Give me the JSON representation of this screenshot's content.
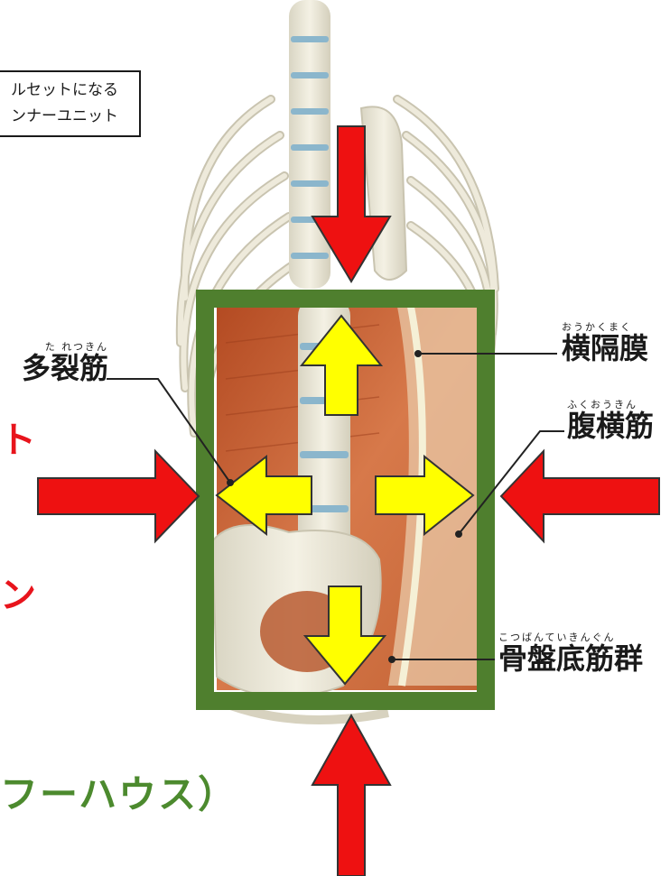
{
  "box_label": {
    "line1": "ルセットになる",
    "line2": "ンナーユニット"
  },
  "labels": {
    "multifidus": {
      "ruby": "た れつきん",
      "text": "多裂筋"
    },
    "diaphragm": {
      "ruby": "おうかくまく",
      "text": "横隔膜"
    },
    "transversus": {
      "ruby": "ふくおうきん",
      "text": "腹横筋"
    },
    "pelvic_floor": {
      "ruby": "こつばんていきんぐん",
      "text": "骨盤底筋群"
    }
  },
  "red_fragments": {
    "a": "ト",
    "b": "ン"
  },
  "green_caption": "フーハウス）",
  "colors": {
    "arrow_red": "#ee1111",
    "arrow_yellow": "#ffff00",
    "frame_green": "#4f7f2e",
    "muscle": "#c9693a",
    "bone": "#ece8d8"
  }
}
